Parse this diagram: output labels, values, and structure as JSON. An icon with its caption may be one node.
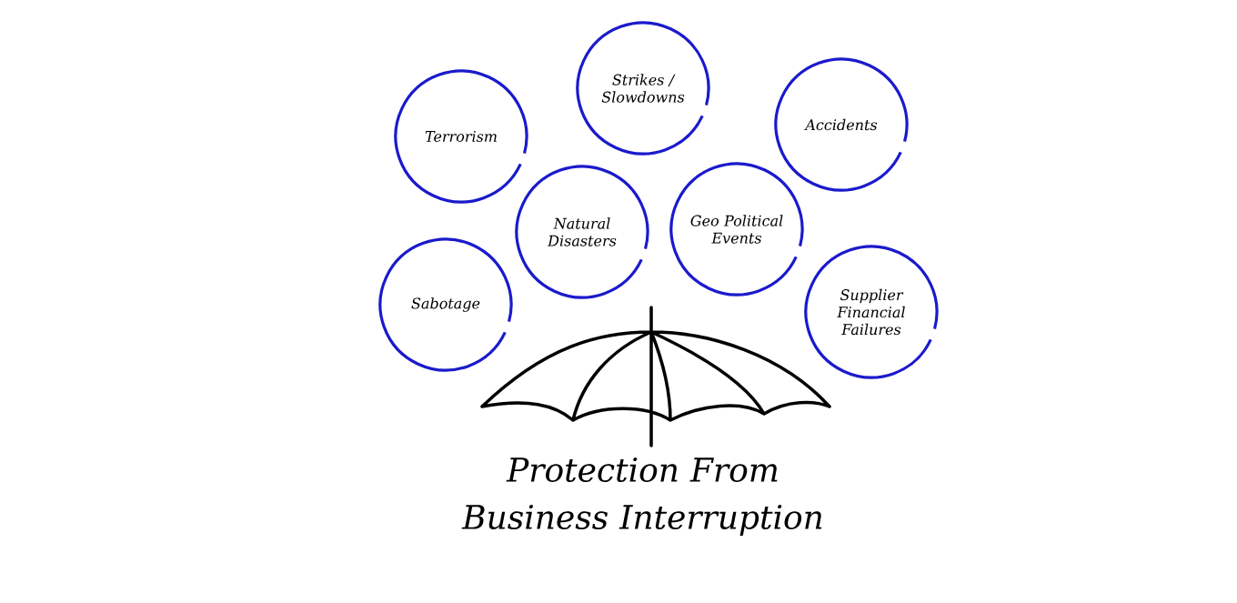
{
  "diagram": {
    "title": "Protection From Business Interruption",
    "nodes": [
      {
        "text": [
          "Terrorism"
        ]
      },
      {
        "text": [
          "Strikes / Slowdowns"
        ]
      },
      {
        "text": [
          "Accidents"
        ]
      },
      {
        "text": [
          "Natural Disasters"
        ]
      },
      {
        "text": [
          "Geo Political Events"
        ]
      },
      {
        "text": [
          "Sabotage"
        ]
      },
      {
        "text": [
          "Supplier Financial Failures"
        ]
      }
    ]
  }
}
